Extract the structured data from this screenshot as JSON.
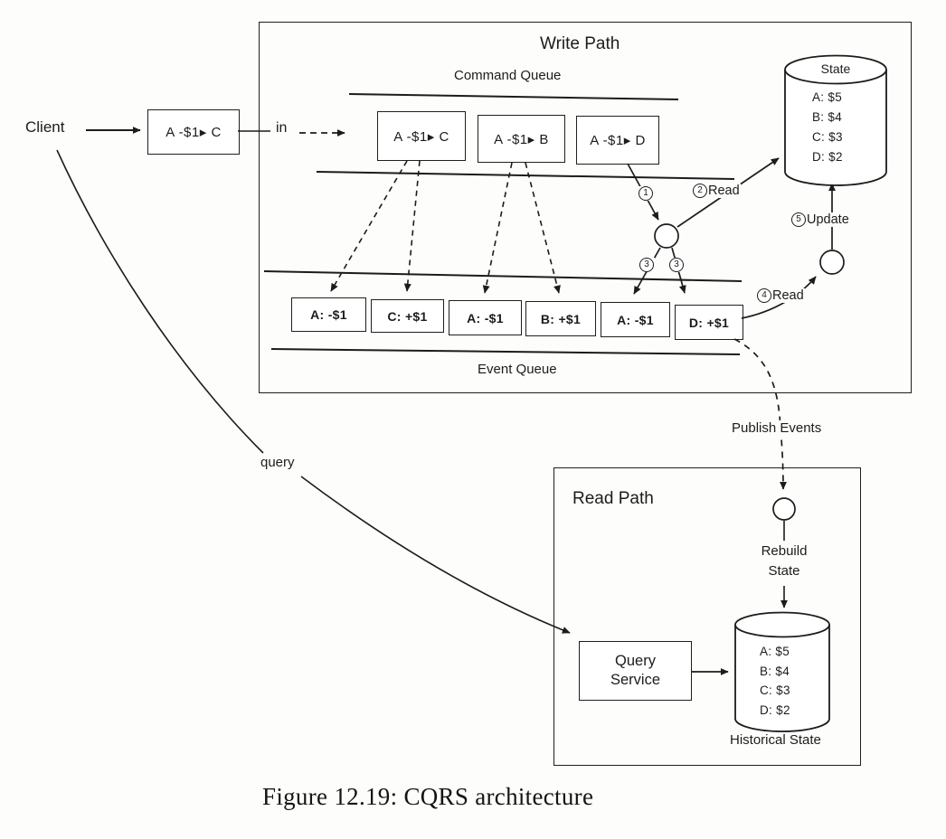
{
  "caption": "Figure 12.19: CQRS architecture",
  "client": {
    "label": "Client",
    "command": "A -$1▸ C",
    "in_label": "in",
    "query_label": "query"
  },
  "write_path": {
    "title": "Write Path",
    "command_queue_label": "Command Queue",
    "commands": [
      "A -$1▸ C",
      "A -$1▸ B",
      "A -$1▸ D"
    ],
    "events": [
      "A: -$1",
      "C: +$1",
      "A: -$1",
      "B: +$1",
      "A: -$1",
      "D: +$1"
    ],
    "event_queue_label": "Event Queue",
    "state_db": {
      "title": "State",
      "entries": [
        "A: $5",
        "B: $4",
        "C: $3",
        "D: $2"
      ]
    },
    "steps": {
      "s1_num": "1",
      "s2_num": "2",
      "s2_label": "Read",
      "s3a_num": "3",
      "s3b_num": "3",
      "s4_num": "4",
      "s4_label": "Read",
      "s5_num": "5",
      "s5_label": "Update"
    }
  },
  "publish_label": "Publish Events",
  "read_path": {
    "title": "Read Path",
    "rebuild_label": "Rebuild State",
    "query_service_label": "Query Service",
    "historical_db": {
      "entries": [
        "A: $5",
        "B: $4",
        "C: $3",
        "D: $2"
      ],
      "label": "Historical State"
    }
  },
  "colors": {
    "ink": "#1c1c1c",
    "paper": "#fdfdfb"
  }
}
